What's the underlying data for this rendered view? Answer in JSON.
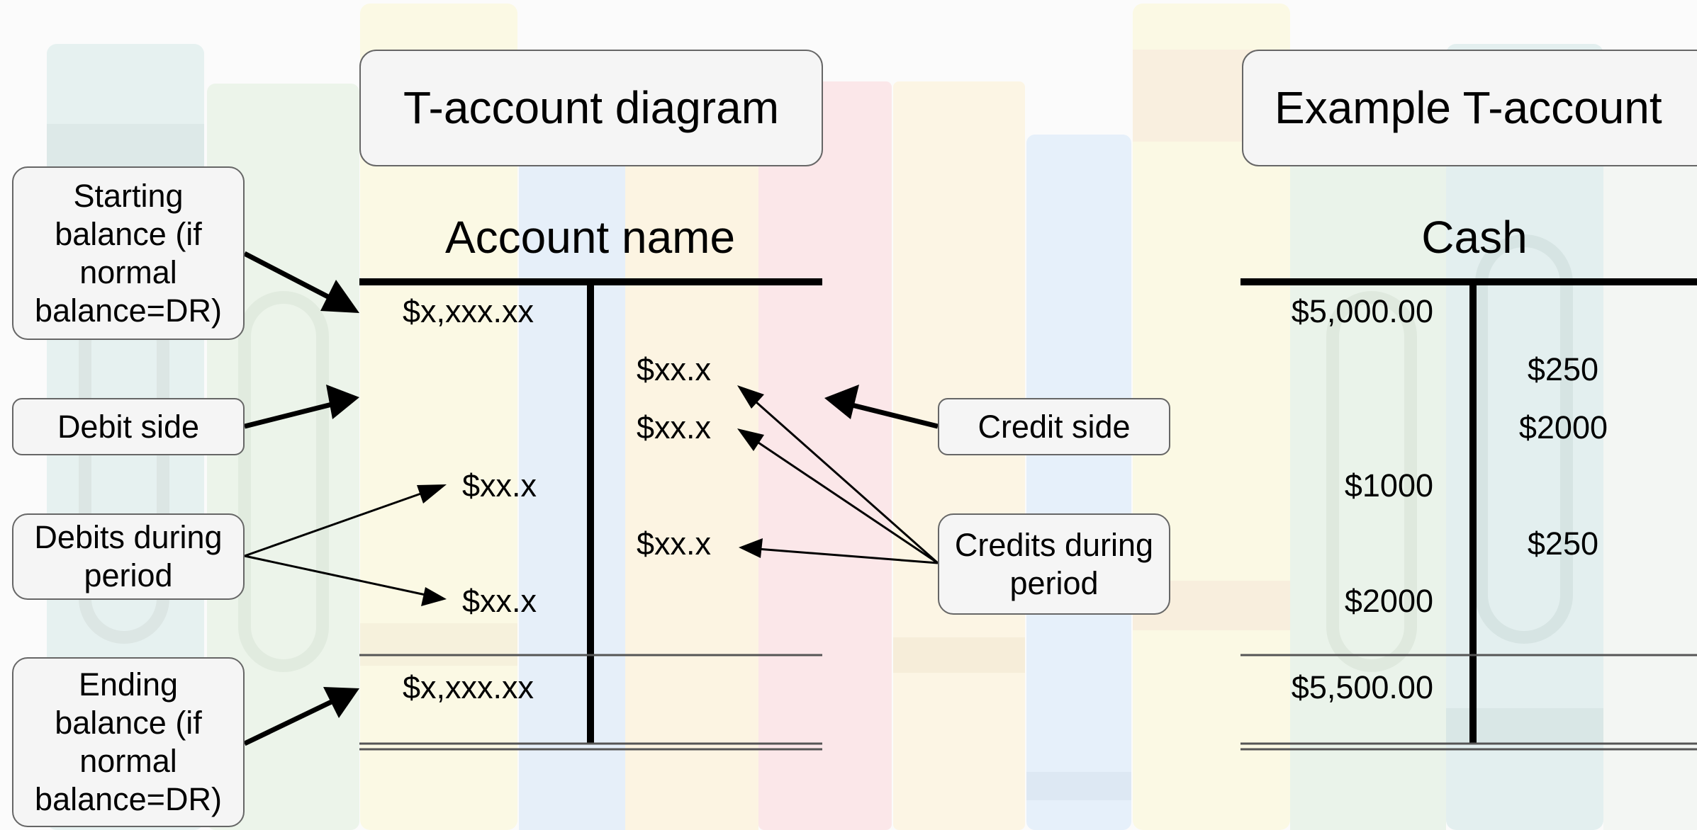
{
  "titles": {
    "diagram": "T-account diagram",
    "example": "Example T-account"
  },
  "diagram": {
    "account_name": "Account name",
    "debit_start": "$x,xxx.xx",
    "credit_1": "$xx.x",
    "credit_2": "$xx.x",
    "debit_1": "$xx.x",
    "credit_3": "$xx.x",
    "debit_2": "$xx.x",
    "debit_end": "$x,xxx.xx"
  },
  "labels": {
    "starting_balance": "Starting balance (if normal balance=DR)",
    "debit_side": "Debit side",
    "debits_during_period": "Debits during period",
    "ending_balance": "Ending balance (if normal balance=DR)",
    "credit_side": "Credit side",
    "credits_during_period": "Credits during period"
  },
  "example": {
    "account_name": "Cash",
    "debit_start": "$5,000.00",
    "credit_1": "$250",
    "credit_2": "$2000",
    "debit_1": "$1000",
    "credit_3": "$250",
    "debit_2": "$2000",
    "debit_end": "$5,500.00"
  },
  "colors": {
    "box_fill": "#f5f5f5",
    "box_border": "#666666",
    "line": "#000000"
  }
}
